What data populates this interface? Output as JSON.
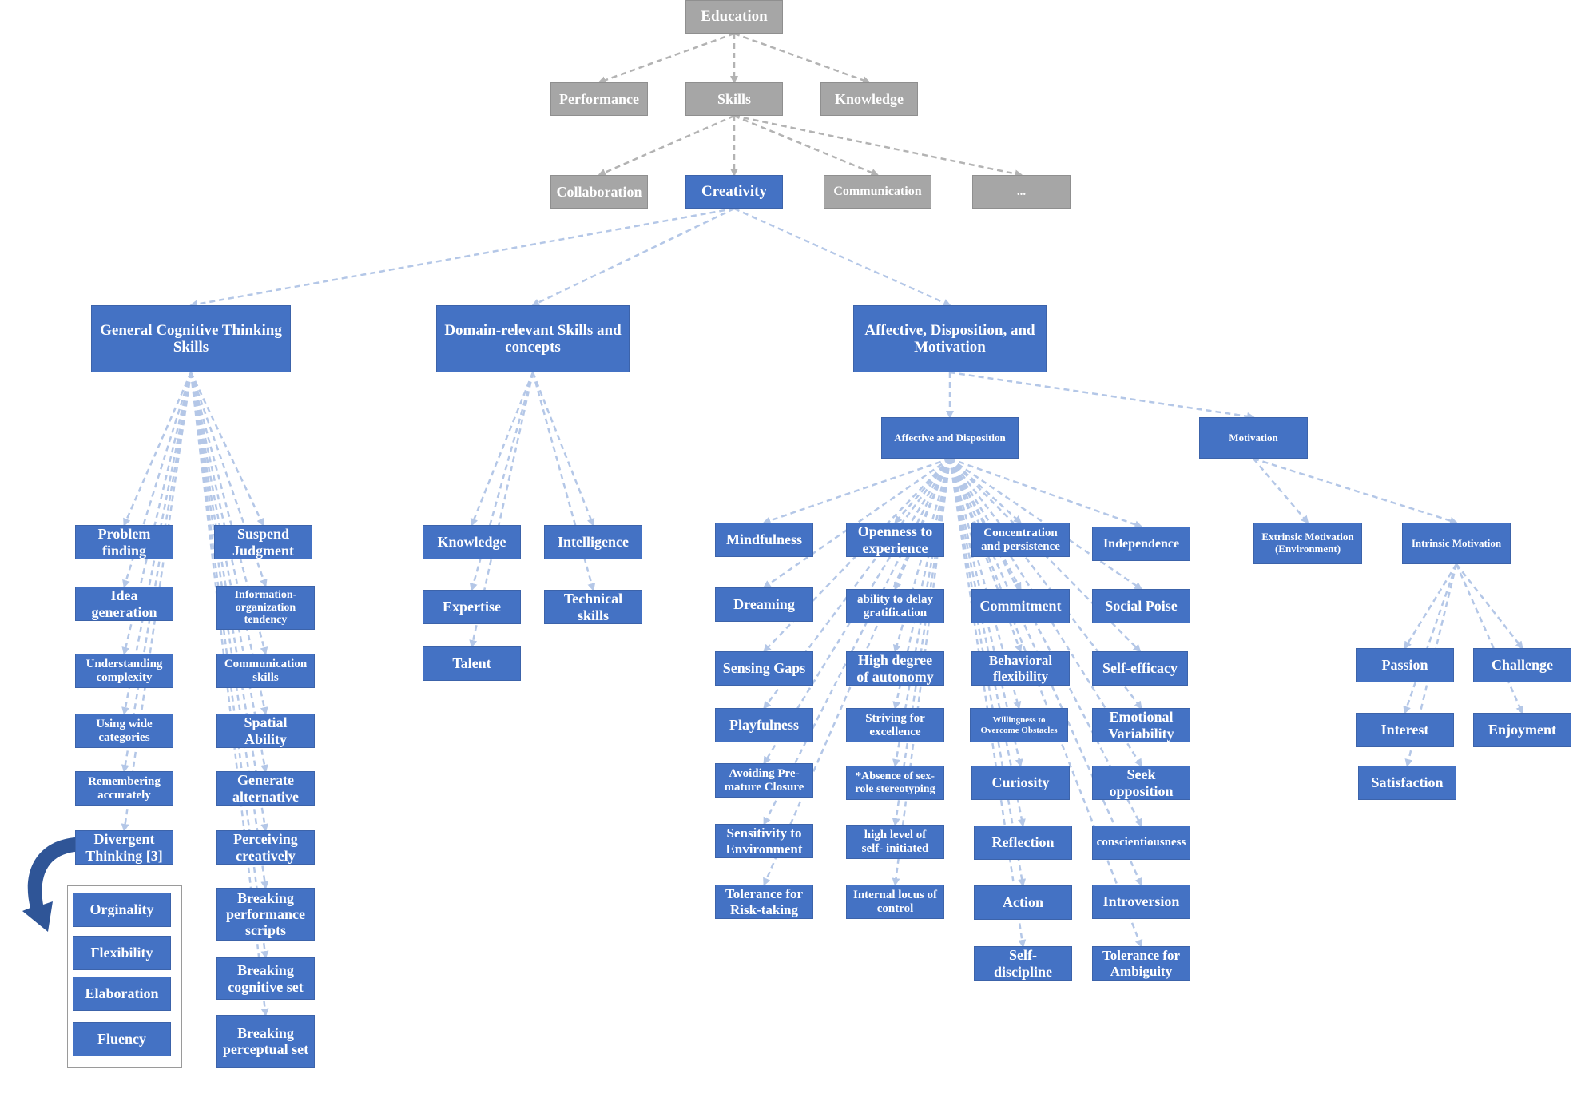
{
  "colors": {
    "gray": "#a6a6a6",
    "blue": "#4472c4",
    "edge_gray": "#b3b3b3",
    "edge_blue": "#b4c7e7",
    "curve_arrow": "#2f5597"
  },
  "icons": {
    "group_arrow": "curved-arrow-icon"
  },
  "nodes": {
    "education": "Education",
    "performance": "Performance",
    "skills": "Skills",
    "knowledge_top": "Knowledge",
    "collaboration": "Collaboration",
    "creativity": "Creativity",
    "communication": "Communication",
    "more": "...",
    "general_cognitive": "General Cognitive Thinking\nSkills",
    "domain_relevant": "Domain-relevant Skills and\nconcepts",
    "affective_motivation": "Affective, Disposition, and\nMotivation",
    "affective_disposition": "Affective and Disposition",
    "motivation": "Motivation",
    "problem_finding": "Problem\nfinding",
    "idea_generation": "Idea\ngeneration",
    "understanding_complexity": "Understanding\ncomplexity",
    "using_wide": "Using wide\ncategories",
    "remembering": "Remembering\naccurately",
    "divergent": "Divergent\nThinking [3]",
    "orginality": "Orginality",
    "flexibility": "Flexibility",
    "elaboration": "Elaboration",
    "fluency": "Fluency",
    "suspend_judgment": "Suspend\nJudgment",
    "info_org": "Information-\norganization\ntendency",
    "comm_skills": "Communication\nskills",
    "spatial": "Spatial\nAbility",
    "generate_alt": "Generate\nalternative",
    "perceiving": "Perceiving\ncreatively",
    "breaking_perf": "Breaking\nperformance\nscripts",
    "breaking_cog": "Breaking\ncognitive set",
    "breaking_perc": "Breaking\nperceptual set",
    "knowledge_dom": "Knowledge",
    "intelligence": "Intelligence",
    "expertise": "Expertise",
    "technical": "Technical\nskills",
    "talent": "Talent",
    "mindfulness": "Mindfulness",
    "dreaming": "Dreaming",
    "sensing_gaps": "Sensing Gaps",
    "playfulness": "Playfulness",
    "avoiding": "Avoiding Pre-\nmature Closure",
    "sensitivity": "Sensitivity to\nEnvironment",
    "tolerance_risk": "Tolerance for\nRisk-taking",
    "openness": "Openness to\nexperience",
    "delay_grat": "ability to delay\ngratification",
    "autonomy": "High degree\nof autonomy",
    "striving": "Striving for\nexcellence",
    "absence": "*Absence of sex-\nrole stereotyping",
    "self_initiated": "high level of\nself- initiated",
    "locus": "Internal locus of\ncontrol",
    "concentration": "Concentration\nand persistence",
    "commitment": "Commitment",
    "behavioral": "Behavioral\nflexibility",
    "willingness": "Willingness to\nOvercome Obstacles",
    "curiosity": "Curiosity",
    "reflection": "Reflection",
    "action": "Action",
    "self_discipline": "Self-\ndiscipline",
    "independence": "Independence",
    "social_poise": "Social Poise",
    "self_efficacy": "Self-efficacy",
    "emotional": "Emotional\nVariability",
    "seek_opp": "Seek\nopposition",
    "conscientiousness": "conscientiousness",
    "introversion": "Introversion",
    "tolerance_amb": "Tolerance for\nAmbiguity",
    "extrinsic": "Extrinsic Motivation\n(Environment)",
    "intrinsic": "Intrinsic Motivation",
    "passion": "Passion",
    "challenge": "Challenge",
    "interest": "Interest",
    "enjoyment": "Enjoyment",
    "satisfaction": "Satisfaction"
  }
}
